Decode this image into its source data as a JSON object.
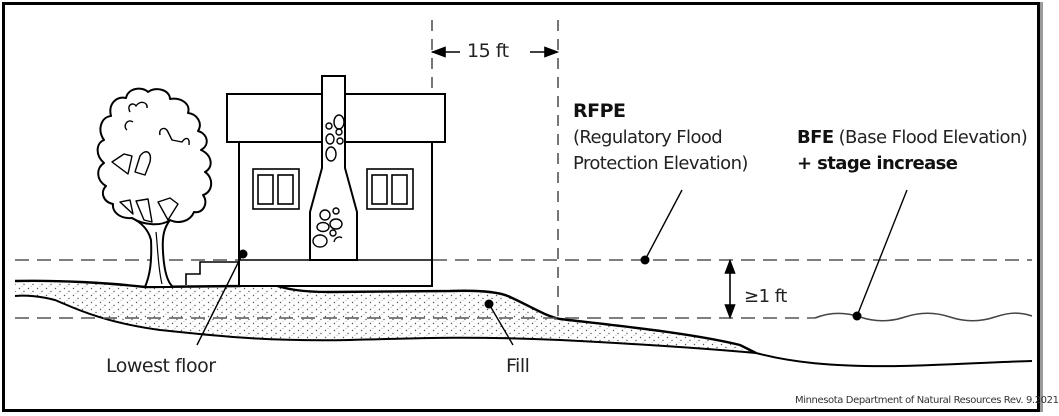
{
  "diagram": {
    "labels": {
      "setback": "15 ft",
      "rfpe_abbr": "RFPE",
      "rfpe_line1": "(Regulatory Flood",
      "rfpe_line2": "Protection Elevation)",
      "bfe_abbr": "BFE",
      "bfe_line1_rest": " (Base Flood Elevation)",
      "bfe_line2": "+ stage increase",
      "freeboard": "≥1 ft",
      "lowest_floor": "Lowest floor",
      "fill": "Fill",
      "credit": "Minnesota Department of Natural Resources Rev. 9.2021"
    },
    "elements": [
      "tree",
      "house",
      "chimney",
      "windows",
      "fill",
      "natural-ground",
      "water-surface",
      "rfpe-line",
      "bfe-line",
      "setback-lines"
    ],
    "colors": {
      "ink": "#000000",
      "dash": "#555555",
      "text": "#222222",
      "background": "#ffffff"
    }
  }
}
